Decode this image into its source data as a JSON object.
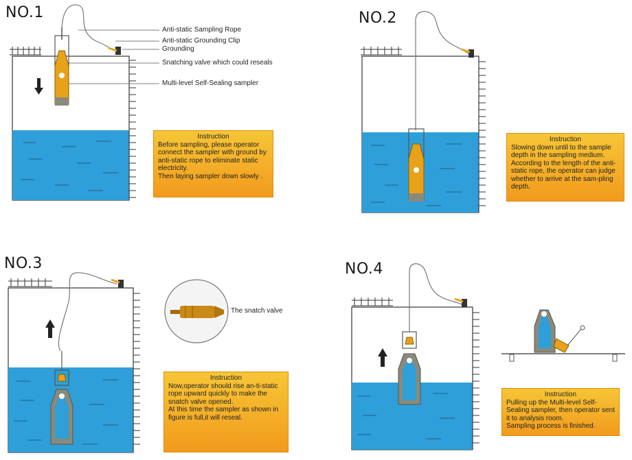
{
  "panels": [
    {
      "title": "NO.1",
      "instruction_heading": "Instruction",
      "instruction_body": "Before sampling, please operator connect the sampler with ground by anti-static rope to  eliminate static electricity.\n    Then laying sampler down slowly ."
    },
    {
      "title": "NO.2",
      "instruction_heading": "Instruction",
      "instruction_body": "    Slowing down until to the sample depth in the sampling medium.\n    According to the length of the anti-static rope, the operator can judge whether to arrive at the sam-pling depth."
    },
    {
      "title": "NO.3",
      "instruction_heading": "Instruction",
      "instruction_body": "Now,operator should rise an-ti-static rope upward quickly to make the snatch valve opened.\n    At this time the sampler as shown in figure is full,it will reseal."
    },
    {
      "title": "NO.4",
      "instruction_heading": "Instruction",
      "instruction_body": "    Pulling up the Multi-level Self-Sealing sampler, then operator sent it to analysis room.\n    Sampling process is finished."
    }
  ],
  "callouts": {
    "rope": "Anti-static  Sampling Rope",
    "clip": "Anti-static Grounding Clip",
    "grounding": "Grounding",
    "valve": "Snatching valve which could reseals",
    "sampler": "Multi-level Self-Sealing sampler"
  },
  "snatch_valve_label": "The snatch valve",
  "colors": {
    "water": "#2e9fd8",
    "instruction_top": "#f6c637",
    "instruction_bottom": "#f29a1c",
    "sampler_gold": "#e8a21a",
    "sampler_grey": "#8a8a7a"
  }
}
